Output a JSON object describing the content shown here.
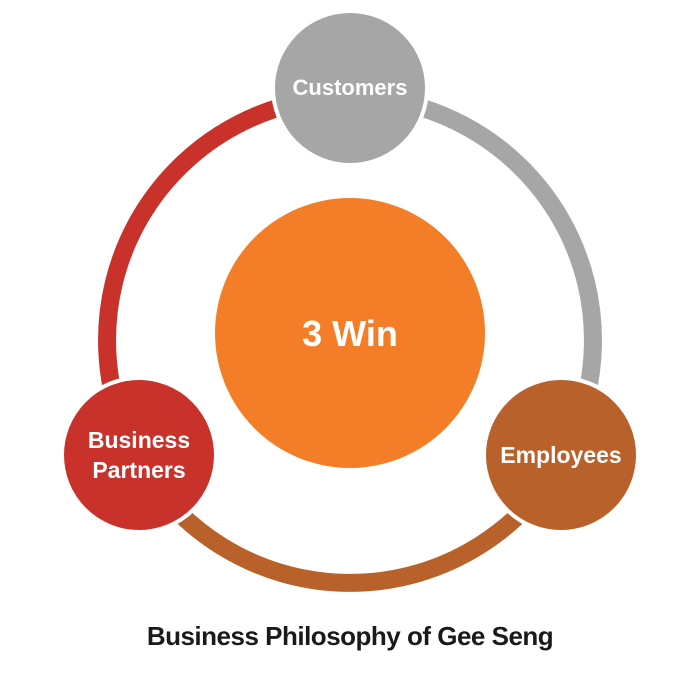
{
  "diagram": {
    "center": {
      "label": "3 Win"
    },
    "nodes": {
      "top": {
        "label": "Customers"
      },
      "right": {
        "label": "Employees"
      },
      "left": {
        "label_line1": "Business",
        "label_line2": "Partners"
      }
    },
    "caption": "Business Philosophy of Gee Seng"
  },
  "colors": {
    "center_fill": "#f37e27",
    "customers_fill": "#a6a6a6",
    "employees_fill": "#b8612a",
    "partners_fill": "#c9322b",
    "ring_customers_employees": "#a6a6a6",
    "ring_employees_partners": "#b8612a",
    "ring_partners_customers": "#c9322b"
  }
}
